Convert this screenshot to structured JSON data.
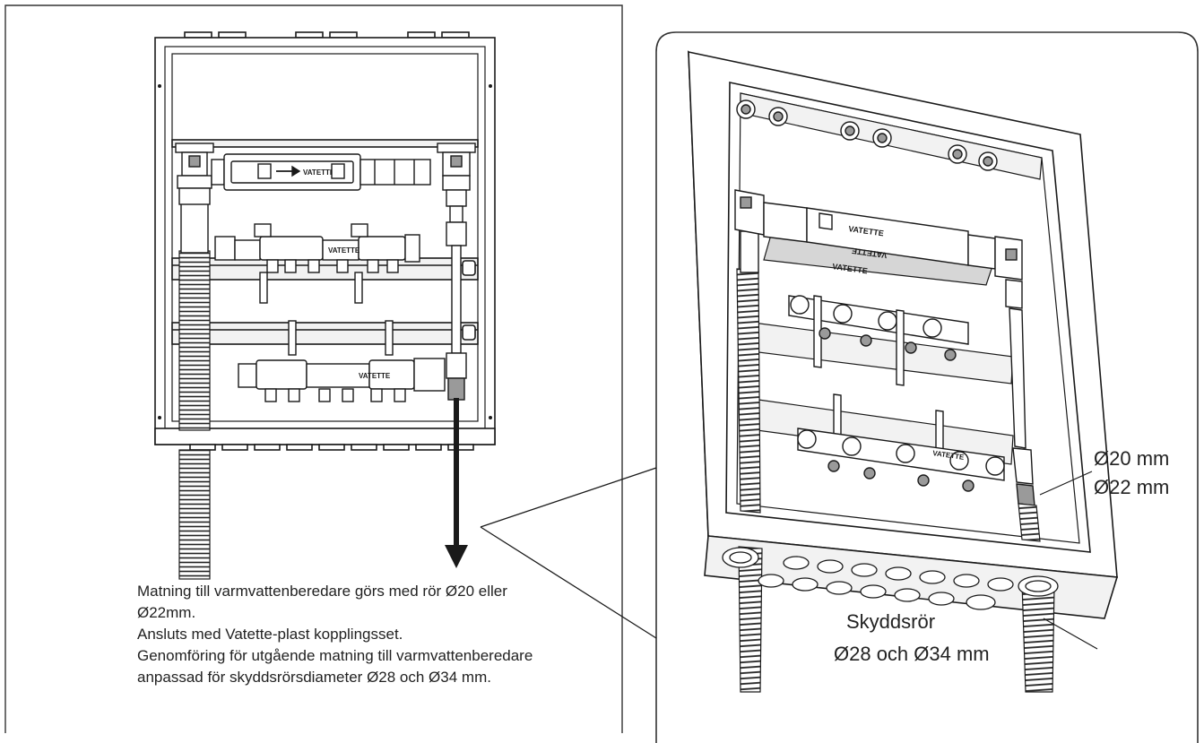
{
  "caption": {
    "lines": [
      "Matning till varmvattenberedare görs med rör Ø20 eller",
      "Ø22mm.",
      "Ansluts med Vatette-plast kopplingsset.",
      "Genomföring för utgående matning till varmvattenberedare",
      "anpassad för skyddsrörsdiameter Ø28 och Ø34 mm."
    ]
  },
  "labels": {
    "pipe_d20": "Ø20 mm",
    "pipe_d22": "Ø22 mm",
    "conduit_title": "Skyddsrör",
    "conduit_sizes": "Ø28 och Ø34 mm"
  },
  "brand": {
    "front_flowmeter": "VATETTE",
    "front_manifold_top": "VATETTE",
    "front_manifold_bottom": "VATETTE",
    "iso_flowmeter": "VATETTE",
    "iso_bracket_a": "VATETTE",
    "iso_bracket_b": "VATETTE",
    "iso_manifold_bottom": "VATETTE"
  },
  "colors": {
    "line": "#1a1a1a",
    "frame": "#333333",
    "bg": "#ffffff",
    "fill_light": "#f2f2f2",
    "fill_mid": "#d6d6d6",
    "fill_dark": "#9a9a9a"
  }
}
